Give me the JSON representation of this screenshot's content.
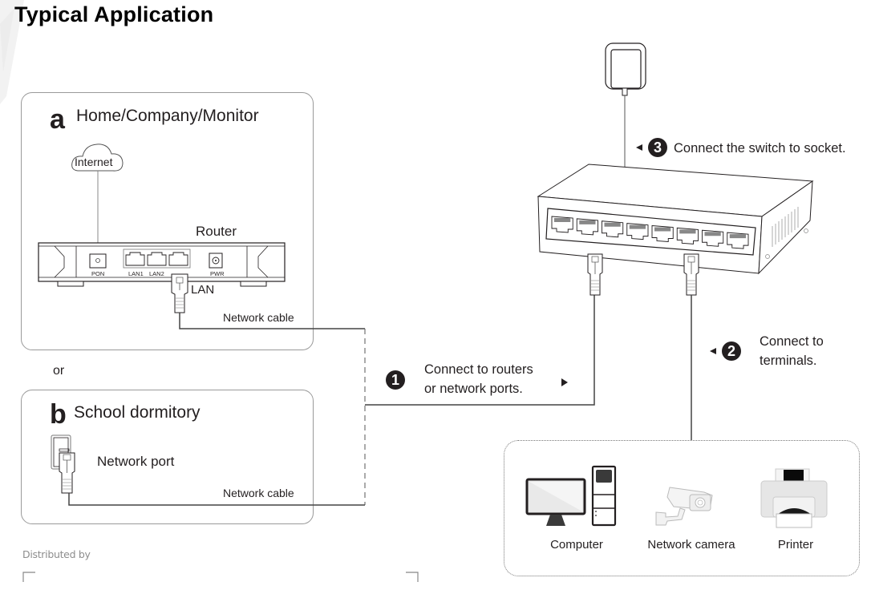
{
  "page": {
    "title": "Typical Application"
  },
  "section_a": {
    "letter": "a",
    "title": "Home/Company/Monitor",
    "internet_label": "Internet",
    "router_label": "Router",
    "router_ports": [
      "PON",
      "LAN1",
      "LAN2",
      "PWR"
    ],
    "lan_label": "LAN",
    "cable_label": "Network cable"
  },
  "separator": "or",
  "section_b": {
    "letter": "b",
    "title": "School dormitory",
    "port_label": "Network port",
    "cable_label": "Network cable"
  },
  "steps": [
    {
      "number": "1",
      "text_line1": "Connect to routers",
      "text_line2": "or network ports."
    },
    {
      "number": "2",
      "text_line1": "Connect to",
      "text_line2": "terminals."
    },
    {
      "number": "3",
      "text_line1": "Connect the switch to socket.",
      "text_line2": ""
    }
  ],
  "switch": {
    "port_count": 8
  },
  "devices": [
    {
      "label": "Computer",
      "icon": "computer-icon"
    },
    {
      "label": "Network camera",
      "icon": "network-camera-icon"
    },
    {
      "label": "Printer",
      "icon": "printer-icon"
    }
  ],
  "footer": {
    "distributed_by": "Distributed by"
  },
  "colors": {
    "ink": "#231f20",
    "line": "#555555",
    "panel_border": "#9a9a9a",
    "footer_text": "#8d8d8d"
  }
}
